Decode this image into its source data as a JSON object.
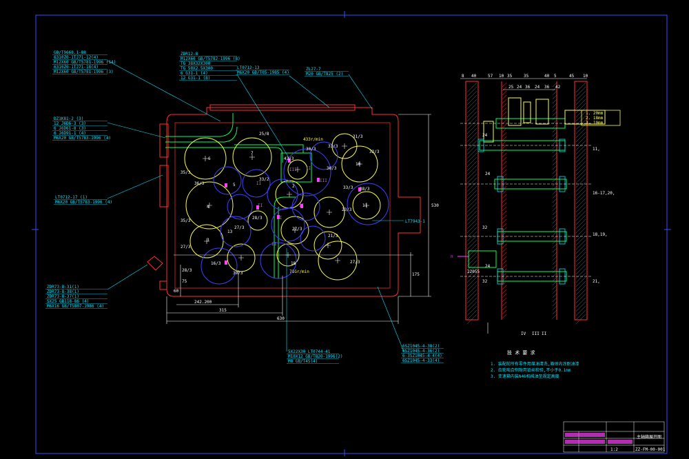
{
  "colors": {
    "background": "#000000",
    "frame": "#3050ff",
    "housing": "#ff3030",
    "shaft_line": "#00ff60",
    "callout": "#00e5ff",
    "gear_yellow": "#ffff40",
    "gear_blue": "#4040ff",
    "marker": "#ff40ff",
    "dimension": "#ffffff"
  },
  "callouts_left": [
    {
      "lines": [
        "GB/T9668.1-88",
        "6310Z0-1TJ71-12(4)",
        "M12X60 GB/T5781-1996 (14)",
        "6310Z0-1TJ71-18(4)",
        "M12X60 GB/T5781-1996 (3)"
      ]
    },
    {
      "lines": [
        "DZ1K81-2 (3)",
        "12 J6D6-3 (3)",
        "6 J6D61-8 (3)",
        "6 J6D91-1 (4)",
        "M6X20 GB/T5783-1996 (4)"
      ]
    },
    {
      "lines": [
        "LT0712-17 (1)",
        "M6X20 GB/T5783-1996 (4)"
      ]
    },
    {
      "lines": [
        "ZDR73-8-31(1)",
        "ZDR73-8-38(1)",
        "ZDR73-8-37(1)",
        "SX25 GB118-86 (4)",
        "M6X16 GB/T5807-1986 (4)"
      ]
    }
  ],
  "callouts_top": [
    {
      "lines": [
        "ZDR12-8",
        "M12X60 GB/T5782-1996 (8)",
        "TG 38X32X300",
        "TG 50X2.5X300",
        "6 G31-1 (4)",
        "12 G31-1 (8)"
      ]
    },
    {
      "lines": [
        "LT0712-13",
        "M6X20 GB/T05-1985 (4)"
      ]
    },
    {
      "lines": [
        "ZL27-7",
        "M20 GB/T825 (2)"
      ]
    }
  ],
  "callouts_bottom": [
    {
      "lines": [
        "5X22X30 LT0744-41",
        "M10X12 GB/T820-1996(2)",
        "M8 GB/T45(4)"
      ]
    },
    {
      "lines": [
        "6SZ1045-4-38(2)",
        "6SZ1045-4-36(2)",
        "6-3SZ1045-4-4(4)",
        "6SZ1045-4-33(4)"
      ]
    }
  ],
  "gear_labels": [
    "25/8",
    "7",
    "6",
    "35/3",
    "36/3",
    "5",
    "33/2",
    "4",
    "35/3",
    "27/3",
    "3",
    "28/3",
    "16/3",
    "43/3",
    "30/3",
    "33/3",
    "31/3",
    "32/3",
    "10",
    "36/3",
    "2",
    "33/3",
    "38/3",
    "23/3",
    "11",
    "27/3",
    "13",
    "28/3",
    "27/3",
    "21/3",
    "27/3",
    "39/3",
    "18"
  ],
  "roman_marks": [
    "II",
    "II",
    "III",
    "II",
    "III",
    "II",
    "II",
    "II"
  ],
  "speed_labels": [
    "433r/min",
    "71Gr/min"
  ],
  "dims_main": {
    "width_total": "630",
    "width_mid": "315",
    "width_inner": "242.200",
    "height_total": "530",
    "height_mid": "175",
    "height_low": "75",
    "height_side": "60",
    "right_ref": "LT7943-1"
  },
  "right_view": {
    "top_dims": [
      "8",
      "40",
      "57",
      "10",
      "35",
      "35",
      "40",
      "5",
      "45",
      "10"
    ],
    "sub_dims": [
      "25",
      "24",
      "36",
      "24",
      "36",
      "42"
    ],
    "shaft_dims": [
      "24",
      "24",
      "32",
      "24",
      "32"
    ],
    "side_labels": [
      "11,",
      "16-17,20,",
      "18,19,",
      "21,"
    ],
    "callout_box": [
      "1. 20mm",
      "2. 18mm",
      "3. 10mm"
    ],
    "bottom_roman": [
      "IV",
      "III",
      "II"
    ],
    "motor_label": "n",
    "left_dim": "22055"
  },
  "notes": {
    "title": "技 术 要 求",
    "items": [
      "1. 装配前所有零件用煤油清洗,箱体内涂耐油漆",
      "2. 齿轮啮合侧隙用铅丝检验,不小于0.1mm",
      "3. 变速箱内装N46机械油至规定高度"
    ]
  },
  "title_block": {
    "name": "主轴箱展开图",
    "drawing_no": "ZZ-FM-00-001",
    "scale": "1:2"
  }
}
